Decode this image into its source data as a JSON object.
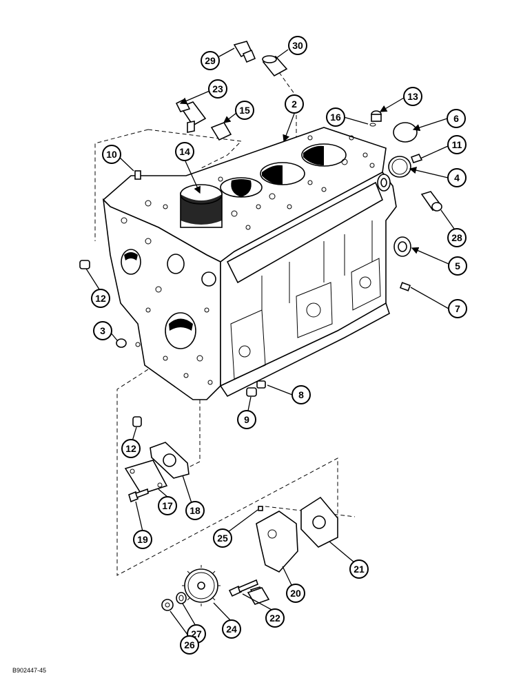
{
  "drawing_id": "B902447-45",
  "callouts": [
    "29",
    "30",
    "23",
    "15",
    "2",
    "13",
    "16",
    "6",
    "10",
    "14",
    "11",
    "4",
    "28",
    "5",
    "12",
    "7",
    "3",
    "8",
    "9",
    "12",
    "17",
    "18",
    "19",
    "25",
    "21",
    "20",
    "22",
    "24",
    "27",
    "26"
  ]
}
